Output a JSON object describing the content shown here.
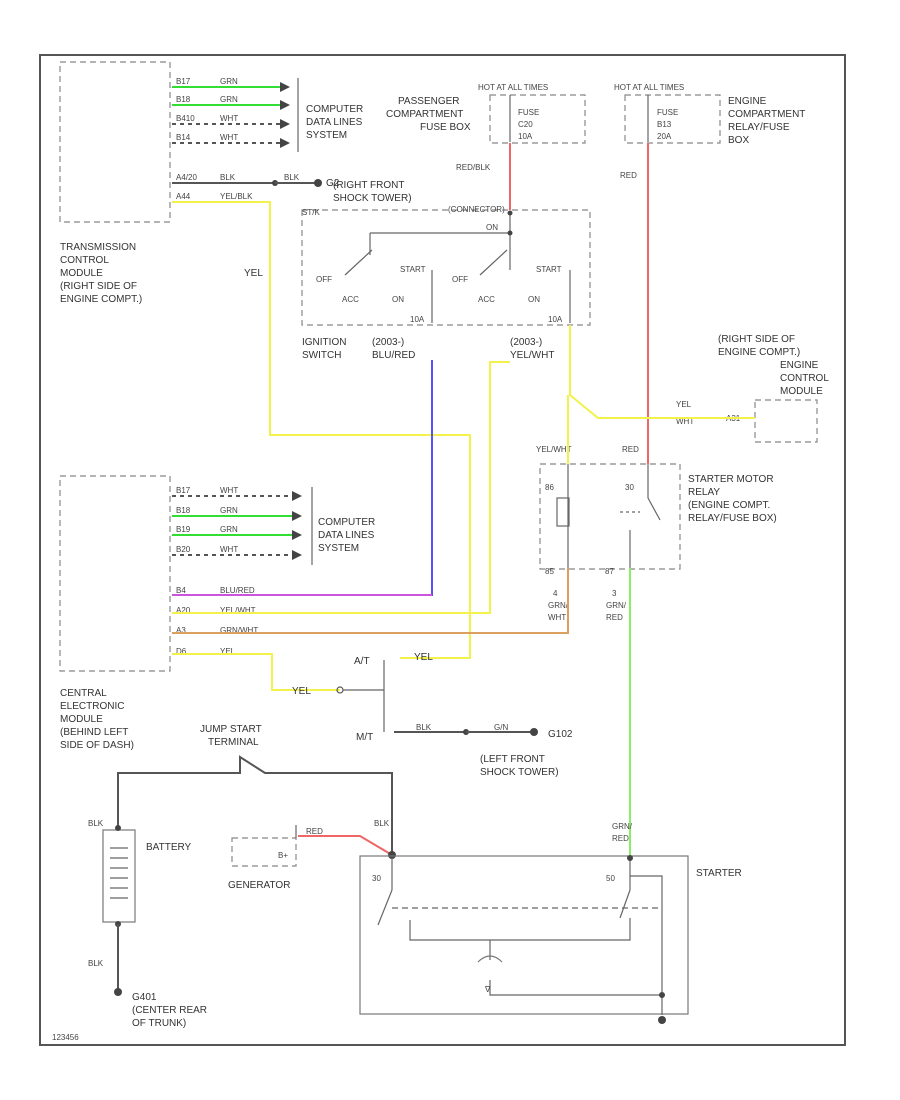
{
  "colors": {
    "grn": "#33dd33",
    "red": "#ee6666",
    "yel": "#f2f24a",
    "blue": "#5555ee",
    "violet": "#cc55dd",
    "orange": "#d9a060",
    "lightgrn": "#88ee66",
    "black": "#555555"
  },
  "tcm": {
    "label": [
      "TRANSMISSION",
      "CONTROL",
      "MODULE",
      "(RIGHT SIDE OF",
      "ENGINE COMPT.)"
    ],
    "pins": [
      {
        "pin": "B17",
        "color": "GRN"
      },
      {
        "pin": "B18",
        "color": "GRN"
      },
      {
        "pin": "B410",
        "color": "WHT"
      },
      {
        "pin": "B14",
        "color": "WHT"
      }
    ],
    "gnd_pin": "A4/20",
    "gnd_color": "BLK",
    "gnd_blk": "BLK",
    "gnd_name": "G2",
    "gnd_label": [
      "(RIGHT FRONT",
      "SHOCK TOWER)"
    ],
    "yel_pin": "A44",
    "yel_color": "YEL/BLK",
    "yel": "YEL"
  },
  "cdl_top": [
    "COMPUTER",
    "DATA LINES",
    "SYSTEM"
  ],
  "fuse_left": {
    "hot": "HOT AT ALL TIMES",
    "box": [
      "PASSENGER",
      "COMPARTMENT",
      "FUSE BOX"
    ],
    "fuse": [
      "FUSE",
      "C20",
      "10A"
    ],
    "wire": "RED/BLK"
  },
  "fuse_right": {
    "hot": "HOT AT ALL TIMES",
    "box": [
      "ENGINE",
      "COMPARTMENT",
      "RELAY/FUSE",
      "BOX"
    ],
    "fuse": [
      "FUSE",
      "B13",
      "20A"
    ],
    "wire": "RED"
  },
  "ignition": {
    "top_pin": "ST/K",
    "top_pin2": "(CONNECTOR)",
    "on": "ON",
    "positions": [
      "OFF",
      "START",
      "ACC",
      "ON",
      "OFF",
      "START",
      "ACC",
      "ON"
    ],
    "term1": "10A",
    "term2": "10A",
    "label": [
      "IGNITION",
      "SWITCH"
    ],
    "c1": "(2003-)",
    "c1_wire": "BLU/RED",
    "c2": "(2003-)",
    "c2_wire": "YEL/WHT"
  },
  "ecm": {
    "label": [
      "(RIGHT SIDE OF",
      "ENGINE COMPT.)",
      "ENGINE",
      "CONTROL",
      "MODULE"
    ],
    "wire": [
      "YEL",
      "WHT"
    ],
    "pin": "A31"
  },
  "relay": {
    "in_left": "YEL/WHT",
    "in_right": "RED",
    "label": [
      "STARTER MOTOR",
      "RELAY",
      "(ENGINE COMPT.",
      "RELAY/FUSE BOX)"
    ],
    "pin_tl": "86",
    "pin_tr": "30",
    "pin_bl": "85",
    "pin_br": "87",
    "out1": [
      "4",
      "GRN/",
      "WHT"
    ],
    "out2": [
      "3",
      "GRN/",
      "RED"
    ]
  },
  "cem": {
    "label": [
      "CENTRAL",
      "ELECTRONIC",
      "MODULE",
      "(BEHIND LEFT",
      "SIDE OF DASH)"
    ],
    "pins": [
      {
        "pin": "B17",
        "color": "WHT"
      },
      {
        "pin": "B18",
        "color": "GRN"
      },
      {
        "pin": "B19",
        "color": "GRN"
      },
      {
        "pin": "B20",
        "color": "WHT"
      }
    ],
    "out": [
      {
        "pin": "B4",
        "color": "BLU/RED"
      },
      {
        "pin": "A20",
        "color": "YEL/WHT"
      },
      {
        "pin": "A3",
        "color": "GRN/WHT"
      },
      {
        "pin": "D6",
        "color": "YEL"
      }
    ]
  },
  "cdl_mid": [
    "COMPUTER",
    "DATA LINES",
    "SYSTEM"
  ],
  "trans": {
    "at": "A/T",
    "mt": "M/T",
    "yel_a": "YEL",
    "yel_b": "YEL",
    "blk": "BLK",
    "gnd_blk": "G/N",
    "gnd_name": "G102",
    "gnd_label": [
      "(LEFT FRONT",
      "SHOCK TOWER)"
    ]
  },
  "jump": [
    "JUMP START",
    "TERMINAL"
  ],
  "battery": {
    "label": "BATTERY",
    "top": "BLK",
    "bottom": "BLK"
  },
  "generator": {
    "label": "GENERATOR",
    "pin": "B+",
    "wire": "RED",
    "blk": "BLK"
  },
  "starter": {
    "label": "STARTER",
    "in": [
      "GRN/",
      "RED"
    ],
    "t30": "30",
    "t50": "50"
  },
  "ground_bottom": {
    "name": "G401",
    "label": [
      "(CENTER REAR",
      "OF TRUNK)"
    ]
  },
  "ref": "123456"
}
